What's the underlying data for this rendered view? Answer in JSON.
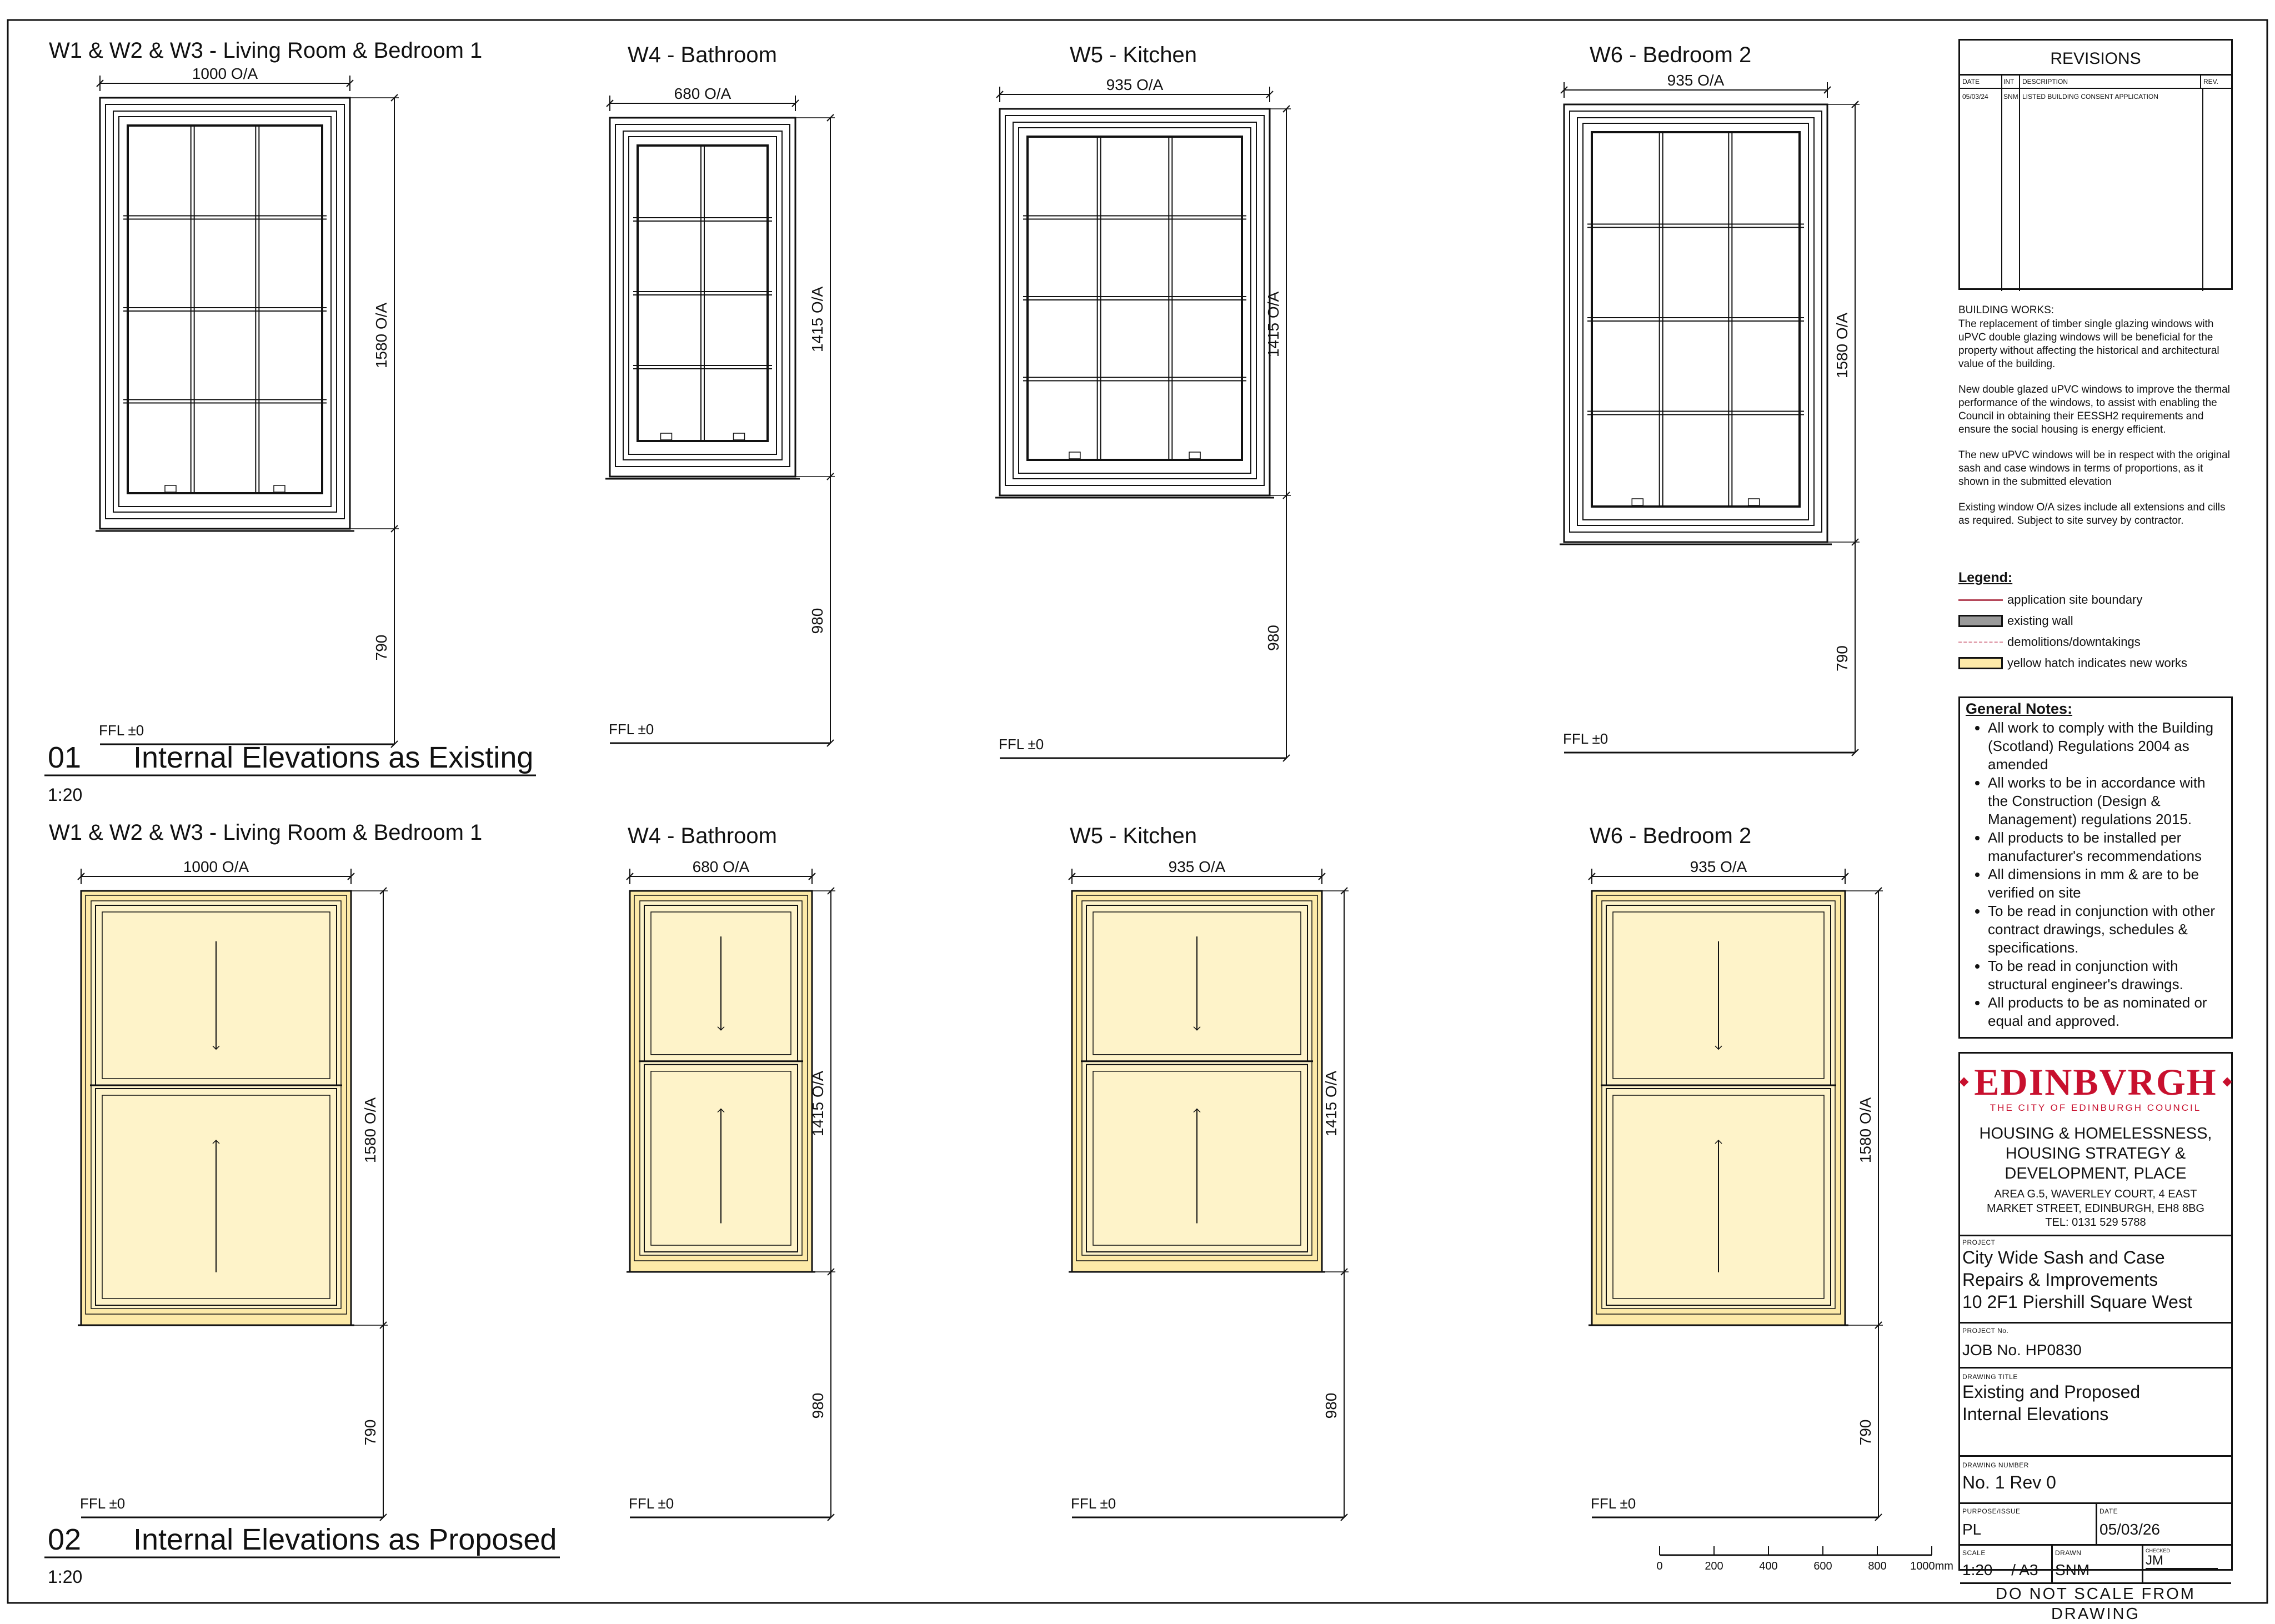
{
  "elevations": {
    "existing": {
      "number": "01",
      "title": "Internal Elevations as Existing",
      "scale": "1:20",
      "windows": [
        {
          "title": "W1 & W2 & W3 - Living Room & Bedroom 1",
          "width": "1000 O/A",
          "height": "1580 O/A",
          "sill": "790",
          "ffl": "FFL ±0"
        },
        {
          "title": "W4 - Bathroom",
          "width": "680 O/A",
          "height": "1415 O/A",
          "sill": "980",
          "ffl": "FFL ±0"
        },
        {
          "title": "W5 - Kitchen",
          "width": "935 O/A",
          "height": "1415 O/A",
          "sill": "980",
          "ffl": "FFL ±0"
        },
        {
          "title": "W6 - Bedroom 2",
          "width": "935 O/A",
          "height": "1580 O/A",
          "sill": "790",
          "ffl": "FFL ±0"
        }
      ]
    },
    "proposed": {
      "number": "02",
      "title": "Internal Elevations as Proposed",
      "scale": "1:20",
      "windows": [
        {
          "title": "W1 & W2 & W3 - Living Room & Bedroom 1",
          "width": "1000 O/A",
          "height": "1580 O/A",
          "sill": "790",
          "ffl": "FFL ±0"
        },
        {
          "title": "W4 - Bathroom",
          "width": "680 O/A",
          "height": "1415 O/A",
          "sill": "980",
          "ffl": "FFL ±0"
        },
        {
          "title": "W5 - Kitchen",
          "width": "935 O/A",
          "height": "1415 O/A",
          "sill": "980",
          "ffl": "FFL ±0"
        },
        {
          "title": "W6 - Bedroom 2",
          "width": "935 O/A",
          "height": "1580 O/A",
          "sill": "790",
          "ffl": "FFL ±0"
        }
      ]
    }
  },
  "scale_bar": {
    "ticks": [
      "0",
      "200",
      "400",
      "600",
      "800",
      "1000mm"
    ]
  },
  "revisions": {
    "title": "REVISIONS",
    "columns": [
      "DATE",
      "INT",
      "DESCRIPTION",
      "REV."
    ],
    "rows": [
      {
        "date": "05/03/24",
        "int": "SNM",
        "description": "LISTED BUILDING CONSENT APPLICATION",
        "rev": ""
      }
    ]
  },
  "building_works": {
    "heading": "BUILDING WORKS:",
    "paragraphs": [
      "The replacement of timber single glazing windows with uPVC double glazing windows will be beneficial for the property without affecting the historical and architectural value of the building.",
      "New double glazed uPVC windows to improve the thermal performance of the windows, to assist with enabling the Council in obtaining their EESSH2 requirements and ensure the social housing is energy efficient.",
      "The new uPVC windows will be in respect with the original sash and case windows in terms of proportions, as it shown in the submitted elevation",
      "Existing window O/A sizes include all extensions and cills as required. Subject to site survey by contractor."
    ]
  },
  "legend": {
    "title": "Legend:",
    "items": [
      {
        "label": "application site boundary",
        "symbol": "red-line"
      },
      {
        "label": "existing wall",
        "symbol": "grey-fill"
      },
      {
        "label": "demolitions/downtakings",
        "symbol": "pink-dashed"
      },
      {
        "label": "yellow hatch indicates new works",
        "symbol": "yellow-fill"
      }
    ],
    "colors": {
      "red_line": "#b5485a",
      "grey_fill": "#9a9a9a",
      "pink_dashed": "#e2a3b0",
      "yellow_fill": "#fdeaa8"
    }
  },
  "general_notes": {
    "title": "General Notes:",
    "items": [
      "All work to comply with the Building (Scotland) Regulations 2004 as amended",
      "All works to be in accordance with the Construction (Design & Management) regulations 2015.",
      "All products to be installed per manufacturer's recommendations",
      "All dimensions in mm & are to be verified on site",
      "To be read in conjunction with other contract drawings, schedules & specifications.",
      "To be read in conjunction with structural engineer's drawings.",
      "All products to be as nominated or equal and approved."
    ]
  },
  "title_block": {
    "logo_text": "EDINBVRGH",
    "logo_subtitle": "THE CITY OF EDINBURGH COUNCIL",
    "department": [
      "HOUSING & HOMELESSNESS,",
      "HOUSING STRATEGY &",
      "DEVELOPMENT, PLACE"
    ],
    "address": [
      "AREA G.5, WAVERLEY COURT, 4 EAST",
      "MARKET STREET, EDINBURGH, EH8 8BG",
      "TEL: 0131 529 5788"
    ],
    "project_label": "PROJECT",
    "project": [
      "City Wide Sash and Case",
      "Repairs & Improvements",
      "10 2F1 Piershill Square West"
    ],
    "project_no_label": "PROJECT No.",
    "project_no": "JOB No. HP0830",
    "drawing_title_label": "DRAWING TITLE",
    "drawing_title": [
      "Existing and Proposed",
      "Internal Elevations"
    ],
    "drawing_number_label": "DRAWING NUMBER",
    "drawing_number": "No. 1 Rev 0",
    "purpose_label": "PURPOSE/ISSUE",
    "purpose": "PL",
    "date_label": "DATE",
    "date": "05/03/26",
    "scale_label": "SCALE",
    "scale": "1:20",
    "sheet": "/ A3",
    "drawn_label": "DRAWN",
    "drawn": "SNM",
    "checked_label": "CHECKED",
    "checked": "JM",
    "footer": "DO NOT SCALE FROM DRAWING",
    "brand_color": "#c8102e"
  }
}
